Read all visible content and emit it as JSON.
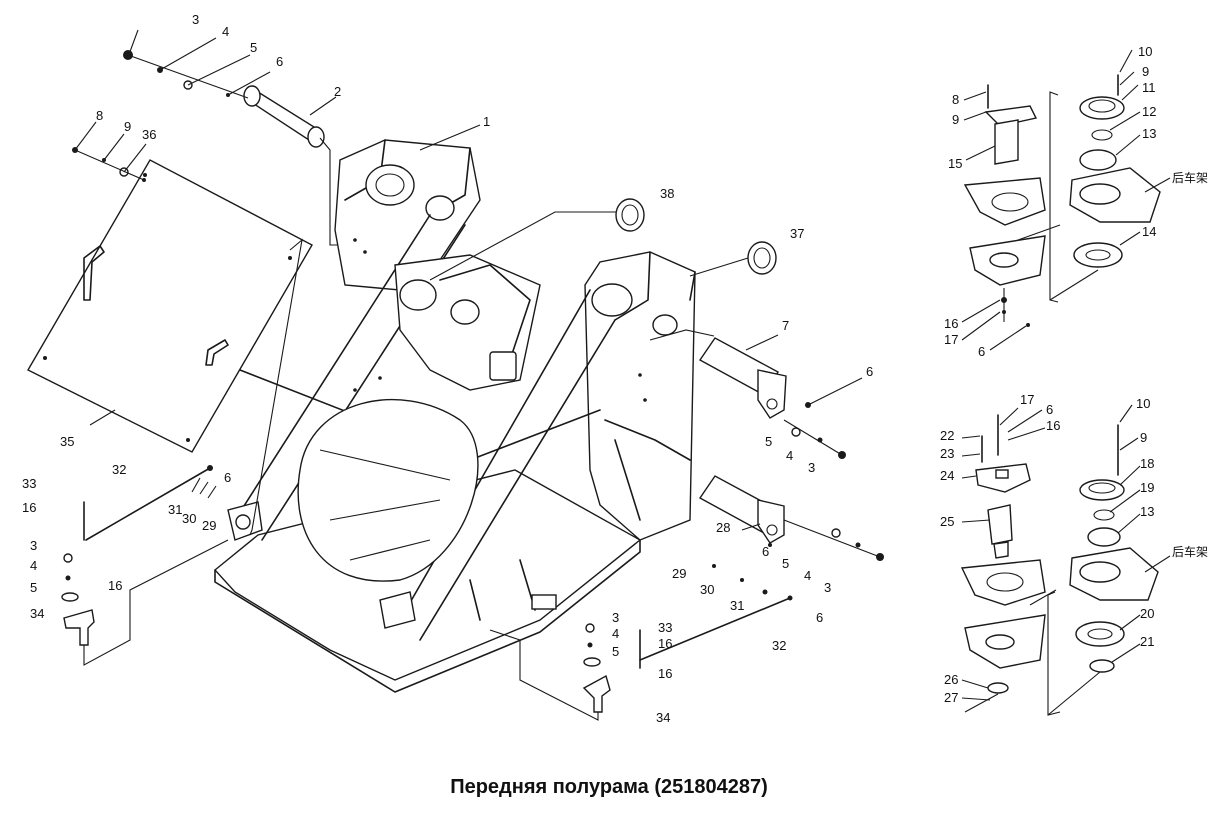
{
  "caption": "Передняя полурама (251804287)",
  "callouts": {
    "c3a": "3",
    "c4a": "4",
    "c5a": "5",
    "c6a": "6",
    "c2": "2",
    "c1": "1",
    "c8a": "8",
    "c9a": "9",
    "c36": "36",
    "c38": "38",
    "c37": "37",
    "c7": "7",
    "c6b": "6",
    "c5b": "5",
    "c4b": "4",
    "c3b": "3",
    "c35": "35",
    "c32a": "32",
    "c6c": "6",
    "c31a": "31",
    "c30a": "30",
    "c29a": "29",
    "c33a": "33",
    "c16a": "16",
    "c3c": "3",
    "c4c": "4",
    "c5c": "5",
    "c16b": "16",
    "c34a": "34",
    "c28": "28",
    "c6d": "6",
    "c5d": "5",
    "c4d": "4",
    "c3d": "3",
    "c29b": "29",
    "c30b": "30",
    "c31b": "31",
    "c6e": "6",
    "c32b": "32",
    "c3e": "3",
    "c4e": "4",
    "c5e": "5",
    "c33b": "33",
    "c16c": "16",
    "c16d": "16",
    "c34b": "34",
    "r10a": "10",
    "r9a": "9",
    "r11": "11",
    "r12": "12",
    "r13a": "13",
    "r14": "14",
    "r8": "8",
    "r9b": "9",
    "r15": "15",
    "r16a": "16",
    "r17a": "17",
    "r6a": "6",
    "r17b": "17",
    "r6b": "6",
    "r16b": "16",
    "r22": "22",
    "r23": "23",
    "r24": "24",
    "r25": "25",
    "r10b": "10",
    "r9c": "9",
    "r18": "18",
    "r19": "19",
    "r13b": "13",
    "r20": "20",
    "r21": "21",
    "r26": "26",
    "r27": "27"
  },
  "chinese_labels": {
    "rear_frame_top": "后车架",
    "rear_frame_bottom": "后车架"
  }
}
